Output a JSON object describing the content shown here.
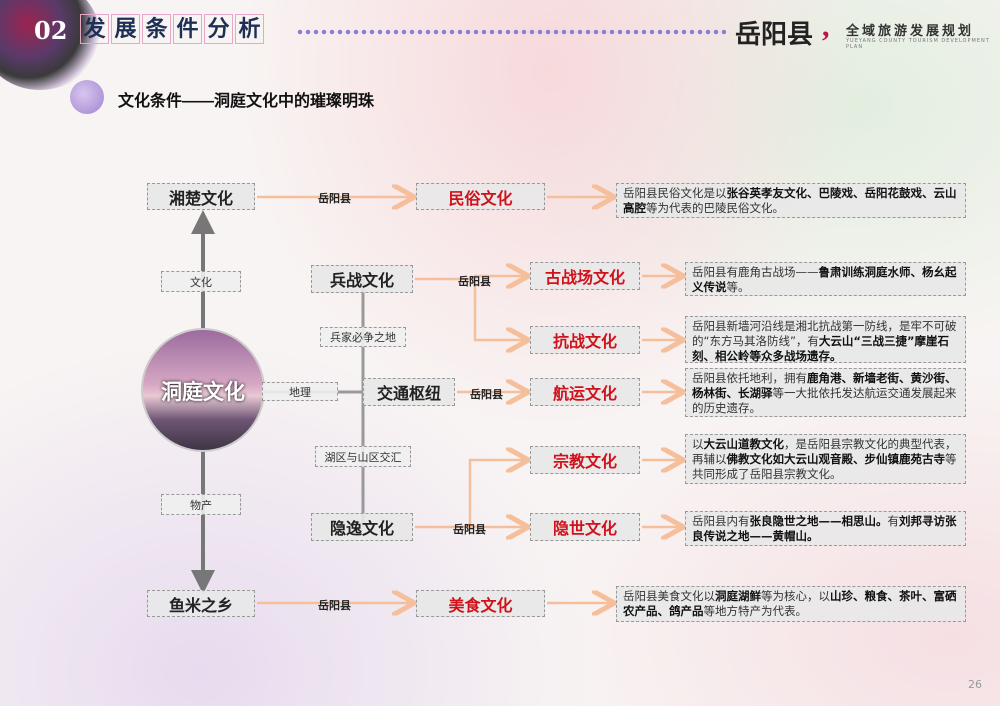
{
  "header": {
    "section_number": "02",
    "section_title": [
      "发",
      "展",
      "条",
      "件",
      "分",
      "析"
    ],
    "logo": "岳阳县",
    "plan_title": "全域旅游发展规划",
    "plan_en": "YUEYANG COUNTY TOURISM DEVELOPMENT PLAN"
  },
  "subtitle": "文化条件——洞庭文化中的璀璨明珠",
  "center": "洞庭文化",
  "nodes": {
    "xiangchu": "湘楚文化",
    "yumi": "鱼米之乡",
    "bingzhan": "兵战文化",
    "jiaotong": "交通枢纽",
    "yinyi": "隐逸文化"
  },
  "labels": {
    "wenhua": "文化",
    "dili": "地理",
    "wuchan": "物产",
    "bingjia": "兵家必争之地",
    "huqu": "湖区与山区交汇",
    "yy": "岳阳县"
  },
  "cultures": {
    "minsu": "民俗文化",
    "guzhanchang": "古战场文化",
    "kangzhan": "抗战文化",
    "hangyun": "航运文化",
    "zongjiao": "宗教文化",
    "yinshi": "隐世文化",
    "meishi": "美食文化"
  },
  "descriptions": {
    "minsu": [
      {
        "t": "岳阳县民俗文化是以",
        "b": false
      },
      {
        "t": "张谷英孝友文化、巴陵戏、岳阳花鼓戏、云山高腔",
        "b": true
      },
      {
        "t": "等为代表的巴陵民俗文化。",
        "b": false
      }
    ],
    "guzhanchang": [
      {
        "t": "岳阳县有鹿角古战场——",
        "b": false
      },
      {
        "t": "鲁肃训练洞庭水师、杨幺起义传说",
        "b": true
      },
      {
        "t": "等。",
        "b": false
      }
    ],
    "kangzhan": [
      {
        "t": "岳阳县新墙河沿线是湘北抗战第一防线，是牢不可破的“东方马其洛防线”，有",
        "b": false
      },
      {
        "t": "大云山“三战三捷”摩崖石刻、相公岭",
        "b": true
      },
      {
        "t": "等众多战场遗存。",
        "b": true
      }
    ],
    "hangyun": [
      {
        "t": "岳阳县依托地利，拥有",
        "b": false
      },
      {
        "t": "鹿角港、新墙老街、黄沙街、杨林街、长湖驿",
        "b": true
      },
      {
        "t": "等一大批依托发达航运交通发展起来的历史遗存。",
        "b": false
      }
    ],
    "zongjiao": [
      {
        "t": "以",
        "b": false
      },
      {
        "t": "大云山道教文化",
        "b": true
      },
      {
        "t": "，是岳阳县宗教文化的典型代表，再辅以",
        "b": false
      },
      {
        "t": "佛教文化如大云山观音殿、步仙镇鹿苑古寺",
        "b": true
      },
      {
        "t": "等共同形成了岳阳县宗教文化。",
        "b": false
      }
    ],
    "yinshi": [
      {
        "t": "岳阳县内有",
        "b": false
      },
      {
        "t": "张良隐世之地——相思山。",
        "b": true
      },
      {
        "t": "有",
        "b": false
      },
      {
        "t": "刘邦寻访张良传说之地——黄帽山。",
        "b": true
      }
    ],
    "meishi": [
      {
        "t": "岳阳县美食文化以",
        "b": false
      },
      {
        "t": "洞庭湖鲜",
        "b": true
      },
      {
        "t": "等为核心，以",
        "b": false
      },
      {
        "t": "山珍、粮食、茶叶、富硒农产品、鸽产品",
        "b": true
      },
      {
        "t": "等地方特产为代表。",
        "b": false
      }
    ]
  },
  "page_number": "26",
  "colors": {
    "accent_red": "#d0121b",
    "arrow": "#f5bf9c",
    "axis": "#777777"
  }
}
